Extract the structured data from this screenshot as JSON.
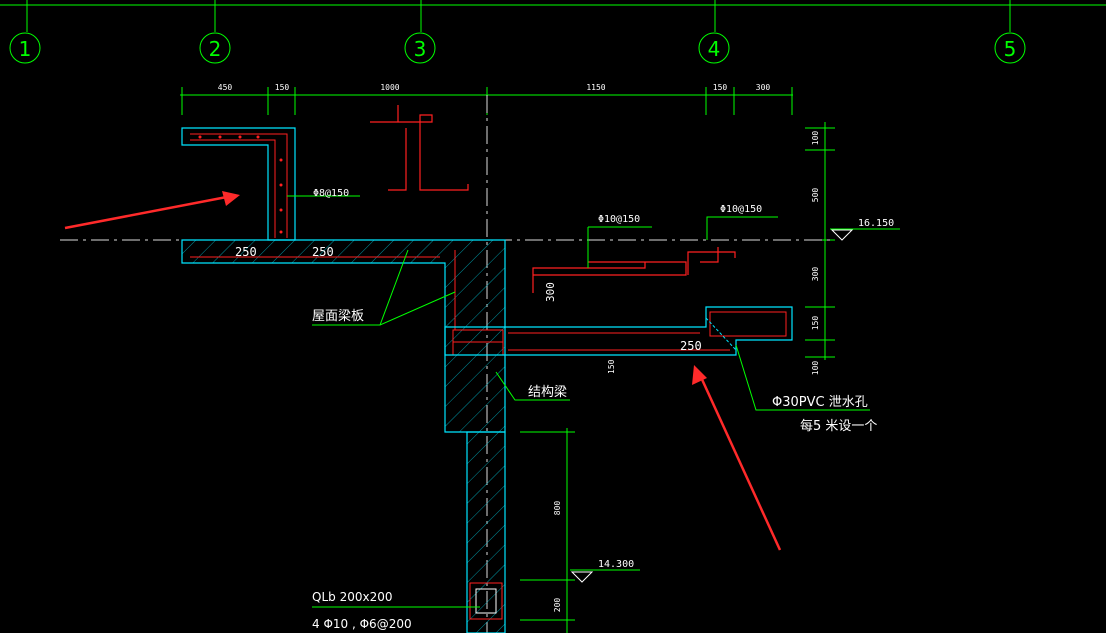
{
  "axes": [
    "1",
    "2",
    "3",
    "4",
    "5"
  ],
  "top_dims": [
    "450",
    "150",
    "1000",
    "1150",
    "150",
    "300"
  ],
  "right_dims": [
    "100",
    "500",
    "300",
    "150",
    "100"
  ],
  "lower_dims": [
    "800",
    "200"
  ],
  "elevations": [
    "16.150",
    "14.300"
  ],
  "labels": {
    "rebar_phi8": "Φ8@150",
    "rebar_phi10_a": "Φ10@150",
    "rebar_phi10_b": "Φ10@150",
    "cover_250_a": "250",
    "cover_250_b": "250",
    "cover_250_c": "250",
    "dim_300": "300",
    "dim_150": "150",
    "roof_beam_slab": "屋面梁板",
    "structural_beam": "结构梁",
    "drain_pipe": "Φ30PVC  泄水孔",
    "drain_spacing": "每5 米设一个",
    "qlb_title": "QLb   200x200",
    "qlb_rebar": "4 Φ10 , Φ6@200"
  },
  "colors": {
    "grid_green": "#00ff00",
    "concrete_cyan": "#00e5ff",
    "rebar_red": "#ff2020",
    "arrow_red": "#ff2a2a",
    "text_white": "#ffffff",
    "centerline": "#dddddd"
  }
}
